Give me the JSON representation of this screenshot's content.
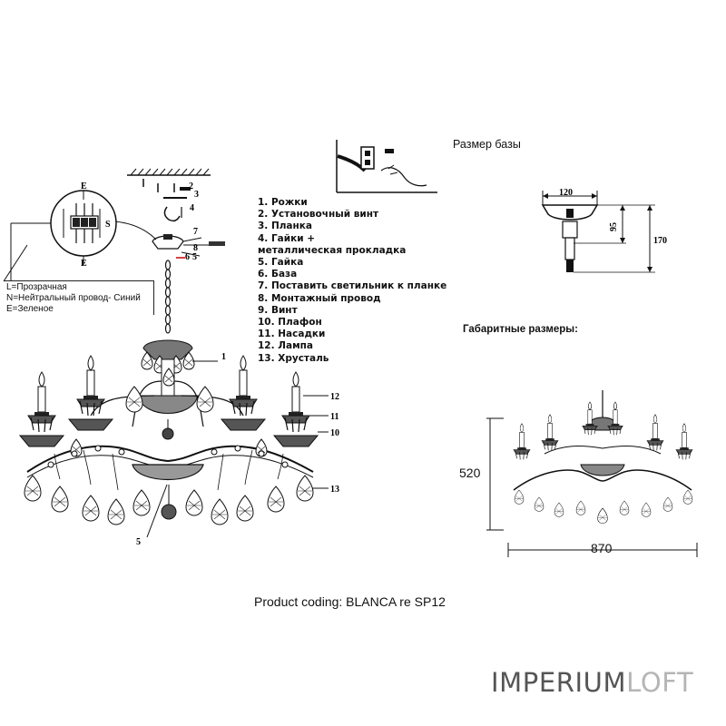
{
  "parts_list": [
    "1. Рожки",
    "2. Установочный винт",
    "3. Планка",
    "4. Гайки +",
    " металлическая прокладка",
    "5. Гайка",
    "6. База",
    "7. Поставить светильник к планке",
    "8. Монтажный провод",
    "9. Винт",
    "10. Плафон",
    "11. Насадки",
    "12. Лампа",
    "13. Хрусталь"
  ],
  "wiring_legend": [
    "L=Прозрачная",
    "N=Нейтральный провод- Синий",
    "E=Зеленое"
  ],
  "base_size_title": "Размер базы",
  "base_dims": {
    "width": "120",
    "height_inner": "95",
    "height_total": "170"
  },
  "overall_title": "Габаритные размеры:",
  "overall_dims": {
    "height": "520",
    "width": "870"
  },
  "callouts": [
    "1",
    "12",
    "11",
    "10",
    "13",
    "5"
  ],
  "terminal_labels": {
    "top": "E",
    "bottom": "E",
    "side": "S"
  },
  "product_coding": "Product coding: BLANCA re SP12",
  "brand": {
    "part1": "IMPERIUM",
    "part2": "LOFT"
  }
}
